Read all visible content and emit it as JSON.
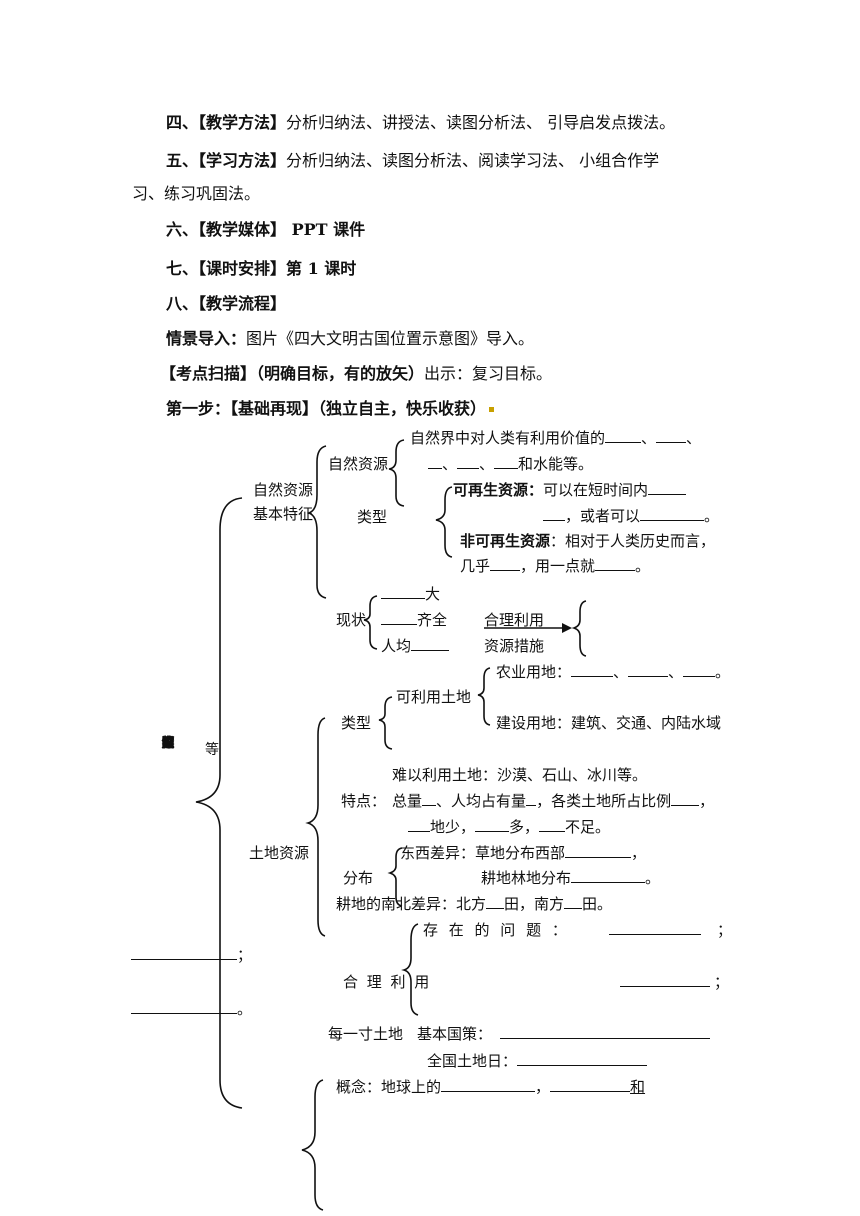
{
  "sections": {
    "teach_method": {
      "label": "四、【教学方法】",
      "text": "分析归纳法、讲授法、读图分析法、  引导启发点拨法。"
    },
    "learn_method": {
      "label": "五、【学习方法】",
      "text_1": "分析归纳法、读图分析法、阅读学习法、  小组合作学",
      "text_2": "习、练习巩固法。"
    },
    "media": {
      "label": "六、【教学媒体】",
      "text": " PPT 课件"
    },
    "schedule": {
      "label": "七、【课时安排】",
      "text": "第 1 课时"
    },
    "flow": {
      "label": "八、【教学流程】"
    },
    "intro": {
      "label": "情景导入：",
      "text": "图片《四大文明古国位置示意图》导入。"
    },
    "scan": {
      "label": "【考点扫描】",
      "paren": "（明确目标，有的放矢）",
      "text": "出示：复习目标。"
    },
    "step1": {
      "label": "第一步：【基础再现】",
      "paren": "（独立自主，快乐收获）"
    }
  },
  "diagram": {
    "root": [
      "中",
      "国",
      "的",
      "自",
      "然",
      "资",
      "源"
    ],
    "natural_features": {
      "line1": "自然资源",
      "line2": "基本特征"
    },
    "nat_res_label": "自然资源",
    "nat_res_def_1": "自然界中对人类有利用价值的",
    "nat_res_def_2": "和水能等。",
    "sep_comma": "、",
    "types_label": "类型",
    "renewable_label": "可再生资源：",
    "renewable_text": "可以在短时间内",
    "renewable_or": "，或者可以",
    "renewable_end": "。",
    "nonrenew_label": "非可再生资源",
    "nonrenew_text": "：相对于人类历史而言，",
    "nonrenew_2a": "几乎",
    "nonrenew_2b": "，用一点就",
    "status_label": "现状",
    "status_big": "大",
    "status_complete": "齐全",
    "status_per": "人均",
    "rational_use": "合理利用",
    "res_measures": "资源措施",
    "land_types": "类型",
    "usable_land": "可利用土地",
    "agri_land": "农业用地：",
    "build_land": "建设用地：建筑、交通、内陆水域",
    "etc": "等",
    "hard_land": "难以利用土地：沙漠、石山、冰川等。",
    "feat_label": "特点：",
    "feat_total": "总量",
    "feat_per": "人均占有量",
    "feat_ratio": "，各类土地所占比例",
    "feat_little": "地少，",
    "feat_much": "多，",
    "feat_short": "不足。",
    "land_res": "土地资源",
    "dist_label": "分布",
    "ew_diff": "东西差异：草地分布西部",
    "farm_forest": "耕地林地分布",
    "ns_diff_a": "耕地的南北差异：北方",
    "ns_diff_b": "田，南方",
    "ns_diff_c": "田。",
    "problems": "存 在 的 问 题 ：",
    "semicolon": "；",
    "period": "。",
    "rational_use2": "合 理 利 用",
    "every_inch": "每一寸土地",
    "basic_policy": "基本国策：",
    "land_day": "全国土地日：",
    "concept_a": "概念：地球上的",
    "concept_b": "，",
    "concept_c": "和"
  }
}
